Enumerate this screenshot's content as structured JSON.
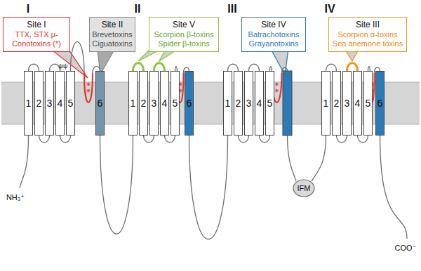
{
  "diagram": {
    "nodes": [
      {
        "text": [
          "Site I",
          "TTX, STX μ-Conotoxins (*)"
        ]
      },
      {
        "text": [
          "Site II",
          "Brevetoxins Ciguatoxins"
        ]
      },
      {
        "text": [
          "Site V",
          "Scorpion β-toxins Spider β-toxins"
        ]
      },
      {
        "text": [
          "Site IV",
          "Batrachotoxins Grayanotoxins"
        ]
      },
      {
        "text": [
          "Site III",
          "Scorpion α-toxins Sea anemone toxins"
        ]
      },
      {
        "text": [
          "1"
        ]
      },
      {
        "text": [
          "2"
        ]
      },
      {
        "text": [
          "3"
        ]
      },
      {
        "text": [
          "4"
        ]
      },
      {
        "text": [
          "5"
        ]
      },
      {
        "text": [
          "6"
        ]
      },
      {
        "text": [
          "1"
        ]
      },
      {
        "text": [
          "2"
        ]
      },
      {
        "text": [
          "3"
        ]
      },
      {
        "text": [
          "4"
        ]
      },
      {
        "text": [
          "5"
        ]
      },
      {
        "text": [
          "6"
        ]
      },
      {
        "text": [
          "1"
        ]
      },
      {
        "text": [
          "2"
        ]
      },
      {
        "text": [
          "3"
        ]
      },
      {
        "text": [
          "4"
        ]
      },
      {
        "text": [
          "5"
        ]
      },
      {
        "text": [
          "1"
        ]
      },
      {
        "text": [
          "2"
        ]
      },
      {
        "text": [
          "3"
        ]
      },
      {
        "text": [
          "4"
        ]
      },
      {
        "text": [
          "5"
        ]
      },
      {
        "text": [
          "6"
        ]
      },
      {
        "text": [
          "IFM"
        ]
      }
    ],
    "labels": [
      "I",
      "II",
      "III",
      "IV",
      "ψψ",
      "NH₃⁺",
      "COO⁻"
    ]
  }
}
